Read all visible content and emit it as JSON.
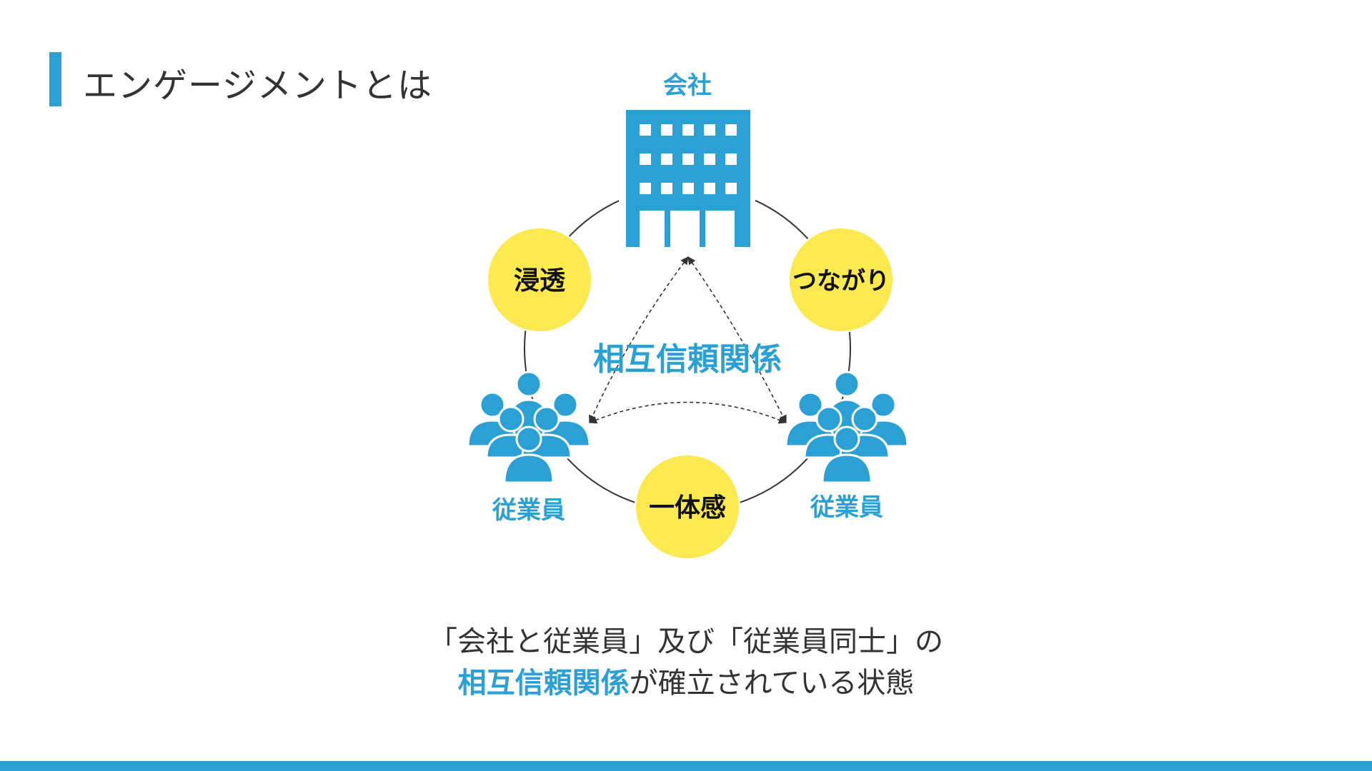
{
  "page": {
    "title": "エンゲージメントとは"
  },
  "diagram": {
    "company_label": "会社",
    "employee_left_label": "従業員",
    "employee_right_label": "従業員",
    "center_label": "相互信頼関係",
    "values": {
      "left": "浸透",
      "right": "つながり",
      "bottom": "一体感"
    },
    "colors": {
      "accent": "#2aa0d4",
      "value_circle": "#fbe94f",
      "text_dark": "#333333"
    },
    "icons": [
      "building-icon",
      "employees-group-icon",
      "employees-group-icon"
    ]
  },
  "caption": {
    "line1": "「会社と従業員」及び「従業員同士」の",
    "line2_highlight": "相互信頼関係",
    "line2_rest": "が確立されている状態"
  }
}
